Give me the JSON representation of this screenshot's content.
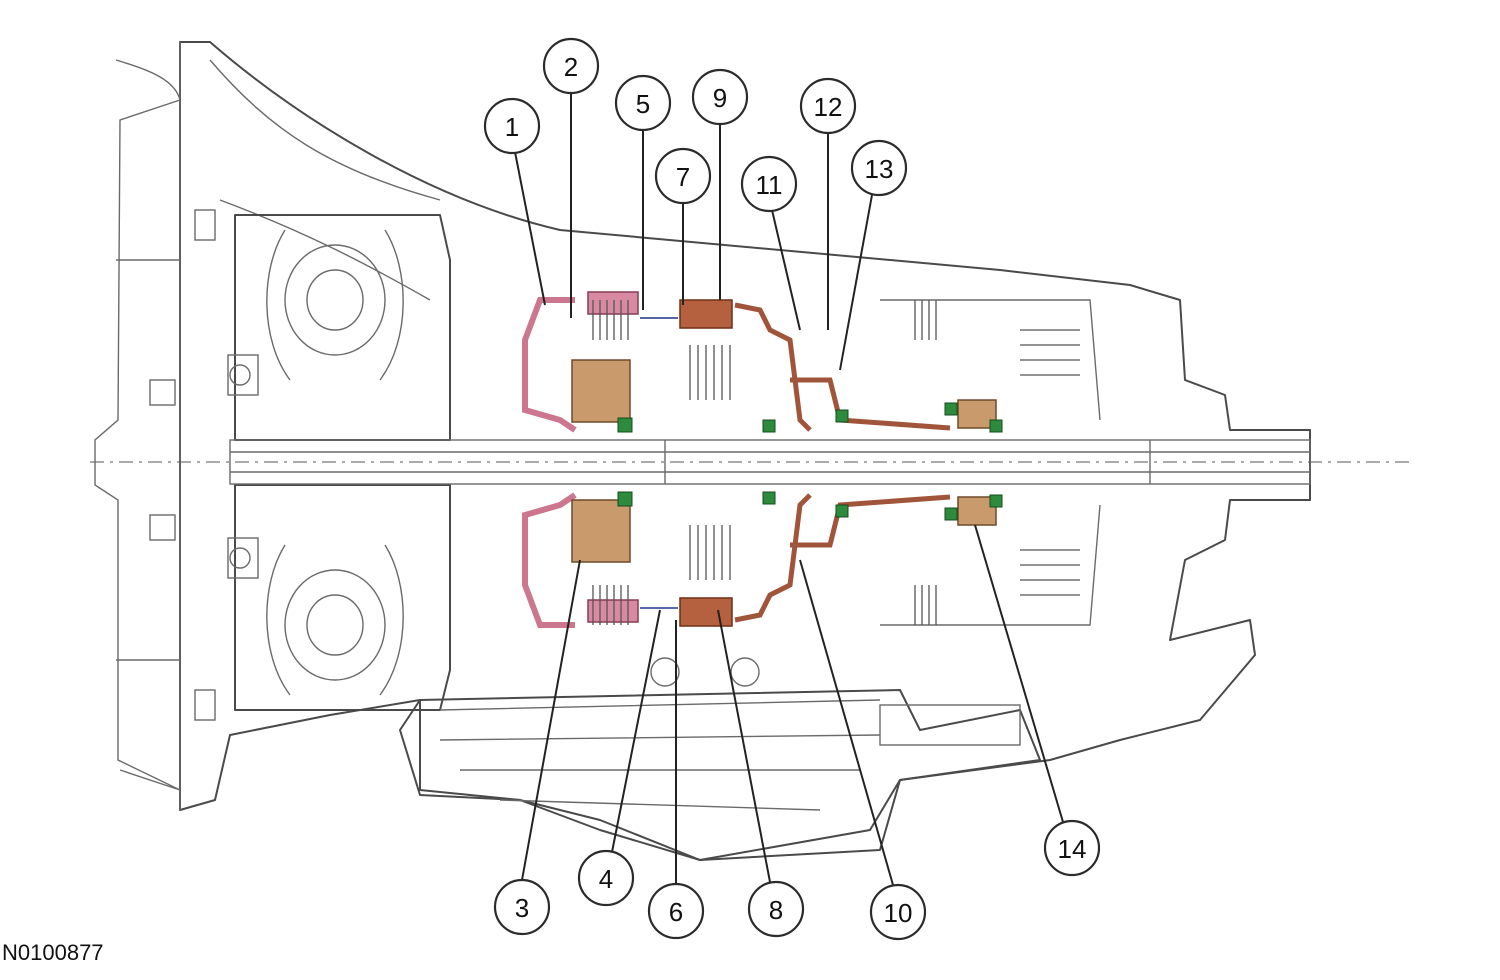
{
  "figure_id": "N0100877",
  "callouts": [
    {
      "n": "1"
    },
    {
      "n": "2"
    },
    {
      "n": "3"
    },
    {
      "n": "4"
    },
    {
      "n": "5"
    },
    {
      "n": "6"
    },
    {
      "n": "7"
    },
    {
      "n": "8"
    },
    {
      "n": "9"
    },
    {
      "n": "10"
    },
    {
      "n": "11"
    },
    {
      "n": "12"
    },
    {
      "n": "13"
    },
    {
      "n": "14"
    }
  ],
  "colors": {
    "line": "#4a4a4a",
    "clutch_pink": "#d98aa3",
    "clutch_brown": "#b5603e",
    "gear_tan": "#c99a6b",
    "seal_green": "#2e8b3e"
  }
}
